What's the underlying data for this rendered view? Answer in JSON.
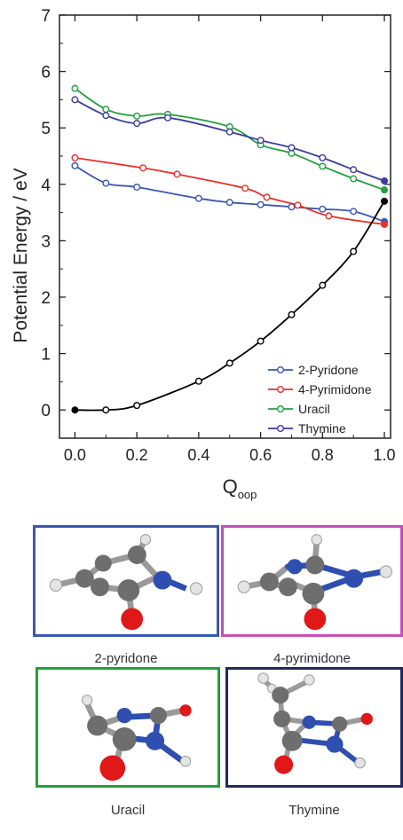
{
  "chart_data": {
    "type": "line",
    "title": "",
    "xlabel": "Q",
    "xlabel_sub": "oop",
    "ylabel": "Potential Energy / eV",
    "xlim": [
      -0.05,
      1.02
    ],
    "ylim": [
      -0.5,
      7
    ],
    "xticks": [
      "0.0",
      "0.2",
      "0.4",
      "0.6",
      "0.8",
      "1.0"
    ],
    "yticks": [
      "0",
      "1",
      "2",
      "3",
      "4",
      "5",
      "6",
      "7"
    ],
    "grid": false,
    "legend_position": "bottom-right",
    "series": [
      {
        "name": "2-Pyridone",
        "color": "#3a56b4",
        "x": [
          0.0,
          0.1,
          0.2,
          0.4,
          0.5,
          0.6,
          0.7,
          0.8,
          0.9,
          1.0
        ],
        "y": [
          4.33,
          4.02,
          3.95,
          3.75,
          3.68,
          3.64,
          3.6,
          3.56,
          3.52,
          3.34
        ]
      },
      {
        "name": "4-Pyrimidone",
        "color": "#e8312a",
        "x": [
          0.0,
          0.22,
          0.33,
          0.55,
          0.62,
          0.72,
          0.82,
          1.0
        ],
        "y": [
          4.47,
          4.29,
          4.18,
          3.93,
          3.77,
          3.63,
          3.44,
          3.29
        ]
      },
      {
        "name": "Uracil",
        "color": "#22a03c",
        "x": [
          0.0,
          0.1,
          0.2,
          0.3,
          0.5,
          0.6,
          0.7,
          0.8,
          0.9,
          1.0
        ],
        "y": [
          5.7,
          5.33,
          5.21,
          5.24,
          5.02,
          4.7,
          4.55,
          4.32,
          4.1,
          3.9
        ]
      },
      {
        "name": "Thymine",
        "color": "#3d3c9c",
        "x": [
          0.0,
          0.1,
          0.2,
          0.3,
          0.5,
          0.6,
          0.7,
          0.8,
          0.9,
          1.0
        ],
        "y": [
          5.5,
          5.22,
          5.08,
          5.18,
          4.93,
          4.78,
          4.65,
          4.47,
          4.26,
          4.06
        ]
      },
      {
        "name": "",
        "color": "#000000",
        "x": [
          0.0,
          0.1,
          0.2,
          0.4,
          0.5,
          0.6,
          0.7,
          0.8,
          0.9,
          1.0
        ],
        "y": [
          0.0,
          0.0,
          0.08,
          0.51,
          0.83,
          1.22,
          1.69,
          2.21,
          2.81,
          3.7
        ]
      }
    ]
  },
  "molecules": [
    {
      "label": "2-pyridone",
      "border": "#3a56b4"
    },
    {
      "label": "4-pyrimidone",
      "border": "#c44fb8"
    },
    {
      "label": "Uracil",
      "border": "#22a03c"
    },
    {
      "label": "Thymine",
      "border": "#222a5a"
    }
  ],
  "atom_colors": {
    "carbon": "#6e6e6e",
    "hydrogen": "#e4e4e4",
    "nitrogen": "#2f4fb0",
    "oxygen": "#e01818"
  }
}
